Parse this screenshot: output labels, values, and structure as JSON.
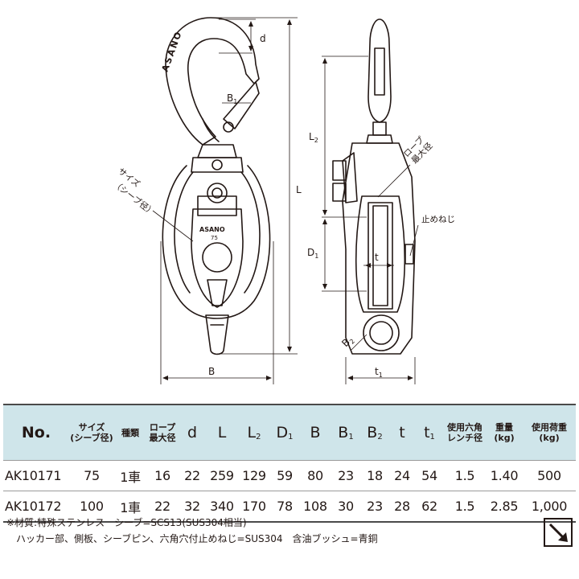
{
  "drawing": {
    "labels": {
      "d": "d",
      "b1": "B",
      "b1_sub": "1",
      "l": "L",
      "l2": "L",
      "l2_sub": "2",
      "d1": "D",
      "d1_sub": "1",
      "b": "B",
      "b2": "B",
      "b2_sub": "2",
      "t": "t",
      "t1": "t",
      "t1_sub": "1",
      "size_line1": "サイズ",
      "size_line2": "（シーブ径）",
      "rope_line1": "ロープ",
      "rope_line2": "最大径",
      "stop_screw": "止めねじ",
      "hook_brand": "ASANO",
      "plate_brand": "ASANO",
      "plate_number": "75"
    }
  },
  "table": {
    "headers": [
      {
        "main": "No.",
        "sub": "",
        "type": "no"
      },
      {
        "main": "サイズ",
        "sub": "(シーブ径)",
        "type": "small"
      },
      {
        "main": "種類",
        "sub": "",
        "type": "small"
      },
      {
        "main": "ロープ",
        "sub": "最大径",
        "type": "small"
      },
      {
        "main": "d",
        "sub": "",
        "type": "big"
      },
      {
        "main": "L",
        "sub": "",
        "type": "big"
      },
      {
        "main": "L",
        "sub": "2",
        "type": "big"
      },
      {
        "main": "D",
        "sub": "1",
        "type": "big"
      },
      {
        "main": "B",
        "sub": "",
        "type": "big"
      },
      {
        "main": "B",
        "sub": "1",
        "type": "big"
      },
      {
        "main": "B",
        "sub": "2",
        "type": "big"
      },
      {
        "main": "t",
        "sub": "",
        "type": "big"
      },
      {
        "main": "t",
        "sub": "1",
        "type": "big"
      },
      {
        "main": "使用六角",
        "sub": "レンチ径",
        "type": "small"
      },
      {
        "main": "重量",
        "sub": "(kg)",
        "type": "small"
      },
      {
        "main": "使用荷重",
        "sub": "(kg)",
        "type": "small"
      }
    ],
    "rows": [
      [
        "AK10171",
        "75",
        "1車",
        "16",
        "22",
        "259",
        "129",
        "59",
        "80",
        "23",
        "18",
        "24",
        "54",
        "1.5",
        "1.40",
        "500"
      ],
      [
        "AK10172",
        "100",
        "1車",
        "22",
        "32",
        "340",
        "170",
        "78",
        "108",
        "30",
        "23",
        "28",
        "62",
        "1.5",
        "2.85",
        "1,000"
      ]
    ]
  },
  "notes": {
    "line1": "※材質:特殊ステンレス　シーブ=SCS13(SUS304相当)",
    "line2": "ハッカー部、側板、シーブピン、六角穴付止めねじ=SUS304　含油ブッシュ=青銅"
  },
  "colors": {
    "header_bg": "#cfe5ea",
    "ink": "#231815"
  },
  "icons": {
    "corner_symbol": "diagonal-arrow-icon"
  }
}
